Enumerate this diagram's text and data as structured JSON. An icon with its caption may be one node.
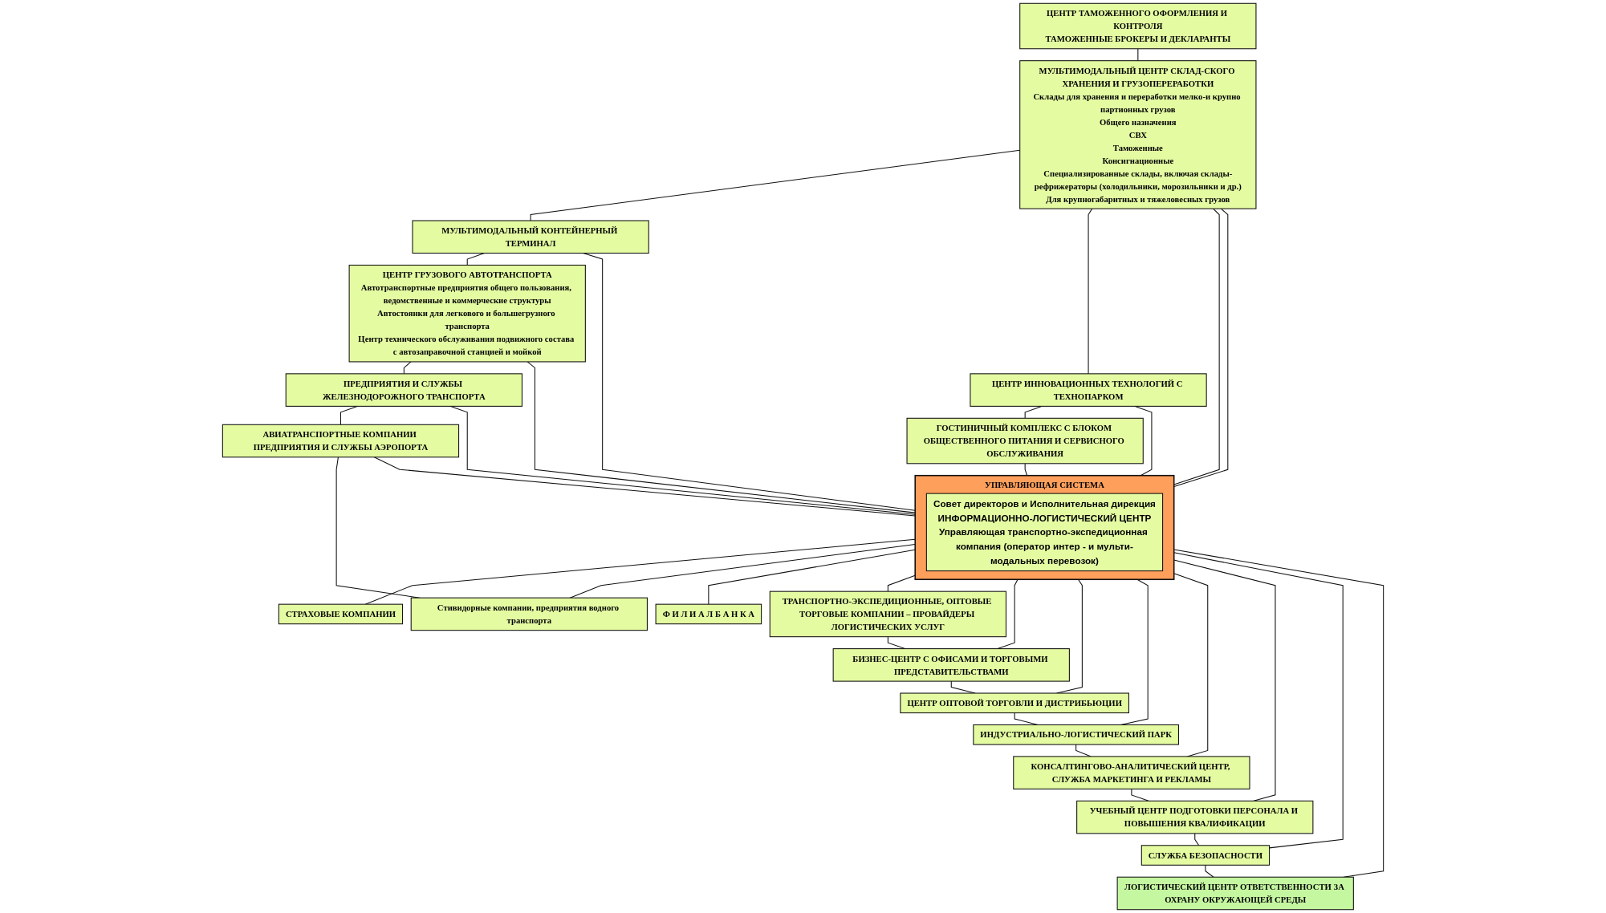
{
  "diagram": {
    "nodes": [
      {
        "text": [
          "ЦЕНТР ТАМОЖЕННОГО ОФОРМЛЕНИЯ И КОНТРОЛЯ",
          "ТАМОЖЕННЫЕ БРОКЕРЫ И ДЕКЛАРАНТЫ"
        ]
      },
      {
        "text": [
          "МУЛЬТИМОДАЛЬНЫЙ ЦЕНТР СКЛАД-СКОГО ХРАНЕНИЯ И ГРУЗОПЕРЕРАБОТКИ",
          "Склады для хранения и переработки мелко-и крупно партионных грузов",
          "Общего назначения",
          "СВХ",
          "Таможенные",
          "Консигнационные",
          "Специализированные склады, включая склады-рефрижераторы (холодильники, морозильники и др.)",
          "Для крупногабаритных и тяжеловесных грузов"
        ]
      },
      {
        "text": [
          "МУЛЬТИМОДАЛЬНЫЙ КОНТЕЙНЕРНЫЙ ТЕРМИНАЛ"
        ]
      },
      {
        "text": [
          "ЦЕНТР ГРУЗОВОГО АВТОТРАНСПОРТА",
          "Автотранспортные предприятия общего пользования, ведомственные и коммерческие структуры",
          "Автостоянки для легкового и большегрузного транспорта",
          "Центр технического обслуживания подвижного состава с автозаправочной станцией и мойкой"
        ]
      },
      {
        "text": [
          "ПРЕДПРИЯТИЯ И СЛУЖБЫ ЖЕЛЕЗНОДОРОЖНОГО ТРАНСПОРТА"
        ]
      },
      {
        "text": [
          "АВИАТРАНСПОРТНЫЕ КОМПАНИИ ПРЕДПРИЯТИЯ И СЛУЖБЫ АЭРОПОРТА"
        ]
      },
      {
        "text": [
          "ЦЕНТР ИННОВАЦИОННЫХ ТЕХНОЛОГИЙ С ТЕХНОПАРКОМ"
        ]
      },
      {
        "text": [
          "УПРАВЛЯЮЩАЯ СИСТЕМА"
        ]
      },
      {
        "text": [
          "Совет директоров и Исполнительная дирекция",
          "ИНФОРМАЦИОННО-ЛОГИСТИЧЕСКИЙ ЦЕНТР",
          "Управляющая транспортно-экспедиционная компания (оператор интер - и мульти-модальных перевозок)"
        ],
        "in": 7
      },
      {
        "text": [
          "СТРАХОВЫЕ КОМПАНИИ"
        ]
      },
      {
        "text": [
          "Ф И Л И А Л Б А Н К А"
        ]
      },
      {
        "text": [
          "Стивидорные компании, предприятия водного транспорта"
        ]
      },
      {
        "text": [
          "ГОСТИНИЧНЫЙ КОМПЛЕКС С БЛОКОМ ОБЩЕСТВЕННОГО ПИТАНИЯ И СЕРВИСНОГО ОБСЛУЖИВАНИЯ"
        ]
      },
      {
        "text": [
          "ТРАНСПОРТНО-ЭКСПЕДИЦИОННЫЕ, ОПТОВЫЕ ТОРГОВЫЕ КОМПАНИИ – ПРОВАЙДЕРЫ ЛОГИСТИЧЕСКИХ УСЛУГ"
        ]
      },
      {
        "text": [
          "БИЗНЕС-ЦЕНТР С ОФИСАМИ И ТОРГОВЫМИ ПРЕДСТАВИТЕЛЬСТВАМИ"
        ]
      },
      {
        "text": [
          "ЦЕНТР ОПТОВОЙ ТОРГОВЛИ И ДИСТРИБЬЮЦИИ"
        ]
      },
      {
        "text": [
          "ИНДУСТРИАЛЬНО-ЛОГИСТИЧЕСКИЙ ПАРК"
        ]
      },
      {
        "text": [
          "КОНСАЛТИНГОВО-АНАЛИТИЧЕСКИЙ ЦЕНТР, СЛУЖБА МАРКЕТИНГА И РЕКЛАМЫ"
        ]
      },
      {
        "text": [
          "УЧЕБНЫЙ ЦЕНТР ПОДГОТОВКИ ПЕРСОНАЛА И ПОВЫШЕНИЯ КВАЛИФИКАЦИИ"
        ]
      },
      {
        "text": [
          "СЛУЖБА БЕЗОПАСНОСТИ"
        ]
      },
      {
        "text": [
          "ЛОГИСТИЧЕСКИЙ ЦЕНТР ОТВЕТСТВЕННОСТИ ЗА ОХРАНУ ОКРУЖАЮЩЕЙ СРЕДЫ"
        ]
      }
    ],
    "edges": [
      {
        "from": 0,
        "to": 1,
        "arrow": "none"
      },
      {
        "from": 1,
        "to": 2,
        "arrow": "none"
      },
      {
        "from": 2,
        "to": 3,
        "arrow": "none"
      },
      {
        "from": 3,
        "to": 4,
        "arrow": "none"
      },
      {
        "from": 4,
        "to": 5,
        "arrow": "none"
      },
      {
        "from": 1,
        "to": 6,
        "arrow": "none"
      },
      {
        "from": 6,
        "to": 12,
        "arrow": "none"
      },
      {
        "from": 1,
        "to": 7,
        "arrow": "none"
      },
      {
        "from": 6,
        "to": 7,
        "arrow": "none"
      },
      {
        "from": 12,
        "to": 7,
        "arrow": "none"
      },
      {
        "from": 1,
        "to": 7,
        "arrow": "none"
      },
      {
        "from": 2,
        "to": 7,
        "arrow": "none"
      },
      {
        "from": 3,
        "to": 7,
        "arrow": "none"
      },
      {
        "from": 4,
        "to": 7,
        "arrow": "none"
      },
      {
        "from": 5,
        "to": 7,
        "arrow": "none"
      },
      {
        "from": 5,
        "to": 11,
        "arrow": "none"
      },
      {
        "from": 7,
        "to": 9,
        "arrow": "none"
      },
      {
        "from": 7,
        "to": 11,
        "arrow": "none"
      },
      {
        "from": 7,
        "to": 10,
        "arrow": "none"
      },
      {
        "from": 7,
        "to": 13,
        "arrow": "none"
      },
      {
        "from": 13,
        "to": 14,
        "arrow": "none"
      },
      {
        "from": 7,
        "to": 14,
        "arrow": "none"
      },
      {
        "from": 14,
        "to": 15,
        "arrow": "none"
      },
      {
        "from": 7,
        "to": 15,
        "arrow": "none"
      },
      {
        "from": 15,
        "to": 16,
        "arrow": "none"
      },
      {
        "from": 7,
        "to": 16,
        "arrow": "none"
      },
      {
        "from": 16,
        "to": 17,
        "arrow": "none"
      },
      {
        "from": 7,
        "to": 17,
        "arrow": "none"
      },
      {
        "from": 17,
        "to": 18,
        "arrow": "none"
      },
      {
        "from": 7,
        "to": 18,
        "arrow": "none"
      },
      {
        "from": 18,
        "to": 19,
        "arrow": "none"
      },
      {
        "from": 7,
        "to": 19,
        "arrow": "none"
      },
      {
        "from": 19,
        "to": 20,
        "arrow": "none"
      },
      {
        "from": 7,
        "to": 20,
        "arrow": "none"
      }
    ]
  }
}
